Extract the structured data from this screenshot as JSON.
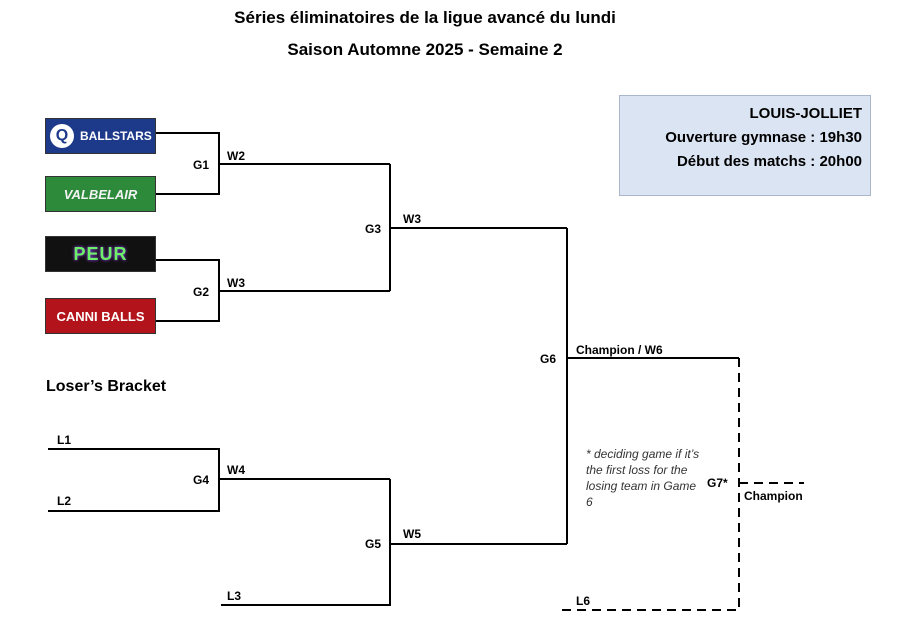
{
  "header": {
    "title_line1": "Séries éliminatoires de la ligue avancé du lundi",
    "title_line2": "Saison Automne 2025 - Semaine 2"
  },
  "info": {
    "venue": "LOUIS-JOLLIET",
    "gym_opening": "Ouverture gymnase : 19h30",
    "match_start": "Début des matchs : 20h00"
  },
  "teams": [
    {
      "name": "BALLSTARS",
      "logo_icon": "q-icon"
    },
    {
      "name": "VALBELAIR"
    },
    {
      "name": "PEUR"
    },
    {
      "name": "CANNI BALLS"
    }
  ],
  "games": {
    "g1": "G1",
    "g2": "G2",
    "g3": "G3",
    "g4": "G4",
    "g5": "G5",
    "g6": "G6",
    "g7": "G7*"
  },
  "results": {
    "w2": "W2",
    "w3a": "W3",
    "w3b": "W3",
    "w4": "W4",
    "w5": "W5",
    "champion_w6": "Champion / W6",
    "champion": "Champion",
    "l6": "L6"
  },
  "losers": {
    "title": "Loser’s Bracket",
    "l1": "L1",
    "l2": "L2",
    "l3": "L3"
  },
  "note": "* deciding game if it’s the first loss for the losing team in Game 6"
}
